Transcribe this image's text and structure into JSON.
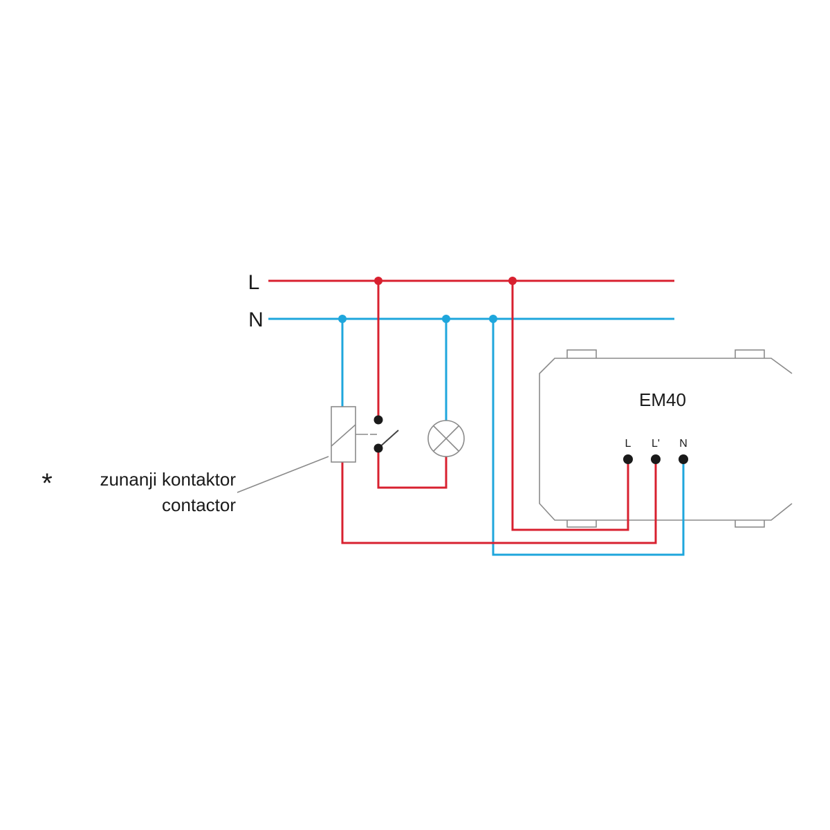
{
  "supply": {
    "line_label": "L",
    "neutral_label": "N"
  },
  "device": {
    "name": "EM40",
    "terminals": [
      "L",
      "L'",
      "N"
    ]
  },
  "contactor": {
    "asterisk": "*",
    "label_sl": "zunanji kontaktor",
    "label_en": "contactor"
  },
  "colors": {
    "line": "#d8202f",
    "neutral": "#1ea6dc",
    "outline": "#8a8a8a",
    "terminal": "#1a1a1a"
  }
}
